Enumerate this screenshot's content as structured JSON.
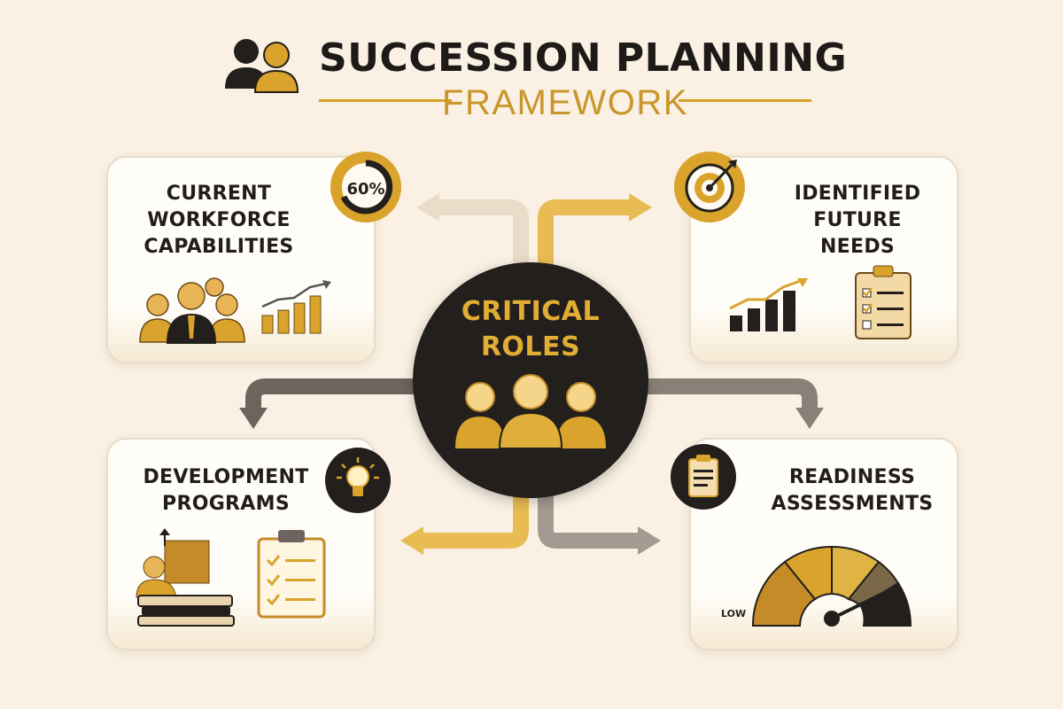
{
  "header": {
    "title": "SUCCESSION PLANNING",
    "subtitle": "FRAMEWORK"
  },
  "center": {
    "title_line1": "CRITICAL",
    "title_line2": "ROLES"
  },
  "cards": {
    "current": {
      "line1": "CURRENT",
      "line2": "WORKFORCE",
      "line3": "CAPABILITIES",
      "badge_text": "60%"
    },
    "future": {
      "line1": "IDENTIFIED",
      "line2": "FUTURE",
      "line3": "NEEDS"
    },
    "development": {
      "line1": "DEVELOPMENT",
      "line2": "PROGRAMS"
    },
    "readiness": {
      "line1": "READINESS",
      "line2": "ASSESSMENTS",
      "gauge_low_label": "LOW"
    }
  },
  "colors": {
    "background": "#faf1e4",
    "gold": "#d9a32c",
    "dark": "#231f1c",
    "grey_arrow": "#8a8077",
    "light_arrow": "#e9dcc8"
  },
  "icons": [
    "people-icon",
    "gauge-icon",
    "target-icon",
    "bar-chart-icon",
    "checklist-icon",
    "lightbulb-icon",
    "clipboard-icon",
    "books-icon"
  ]
}
